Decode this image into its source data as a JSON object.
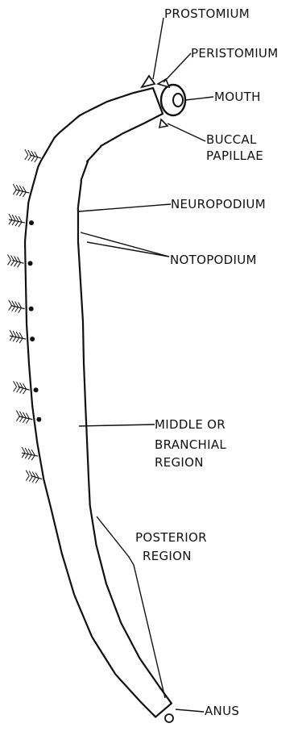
{
  "labels": {
    "prostomium": "PROSTOMIUM",
    "peristomium": "PERISTOMIUM",
    "mouth": "MOUTH",
    "buccal_papillae": [
      "BUCCAL",
      "PAPILLAE"
    ],
    "neuropodium": "NEUROPODIUM",
    "notopodium": "NOTOPODIUM",
    "middle_region": [
      "MIDDLE OR",
      "BRANCHIAL",
      "REGION"
    ],
    "posterior_region": [
      "POSTERIOR",
      "REGION"
    ],
    "anus": "ANUS"
  },
  "colors": {
    "ink": "#111111",
    "paper": "#ffffff"
  }
}
